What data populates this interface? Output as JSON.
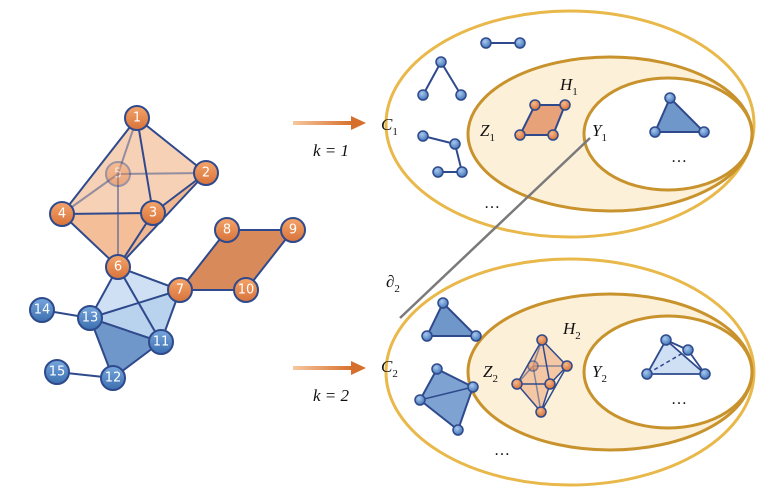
{
  "colors": {
    "orange_node": "#e8874a",
    "orange_fill": "#f6c9a8",
    "orange_dark": "#d98a55",
    "blue_node": "#4f85c6",
    "blue_light": "#cfe0f5",
    "blue_mid": "#8fb3dd",
    "edge_orange": "#2f4a8c",
    "edge_blue": "#2f4a8c",
    "ring_outer": "#e9b84a",
    "ring_inner": "#c8922c",
    "ring_fill": "#fdf0d8",
    "arrow": "#d9783a",
    "connector": "#7a7a7a"
  },
  "graph": {
    "node_labels": [
      "1",
      "2",
      "3",
      "4",
      "5",
      "6",
      "7",
      "8",
      "9",
      "10",
      "11",
      "12",
      "13",
      "14",
      "15"
    ]
  },
  "rows": [
    {
      "k_label": "k = 1",
      "C": {
        "symbol": "C",
        "sub": "1"
      },
      "Z": {
        "symbol": "Z",
        "sub": "1"
      },
      "Y": {
        "symbol": "Y",
        "sub": "1"
      },
      "H": {
        "symbol": "H",
        "sub": "1"
      },
      "ellipsis_left": "…",
      "ellipsis_right": "…"
    },
    {
      "k_label": "k = 2",
      "C": {
        "symbol": "C",
        "sub": "2"
      },
      "Z": {
        "symbol": "Z",
        "sub": "2"
      },
      "Y": {
        "symbol": "Y",
        "sub": "2"
      },
      "H": {
        "symbol": "H",
        "sub": "2"
      },
      "ellipsis_left": "…",
      "ellipsis_right": "…"
    }
  ],
  "boundary": {
    "symbol": "∂",
    "sub": "2"
  }
}
